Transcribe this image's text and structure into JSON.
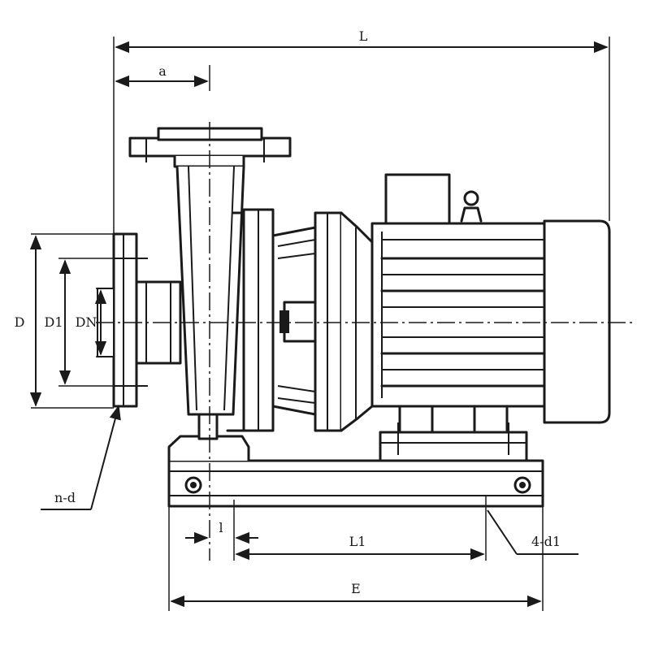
{
  "dimensions": {
    "overall_length": "L",
    "suction_offset": "a",
    "flange_outer_diameter": "D",
    "bolt_circle_diameter": "D1",
    "bore_diameter": "DN",
    "flange_bolts": "n-d",
    "base_offset": "l",
    "bolt_spacing": "L1",
    "foundation_bolts": "4-d1",
    "base_length": "E"
  },
  "colors": {
    "line": "#1a1a1a",
    "background": "#ffffff"
  }
}
